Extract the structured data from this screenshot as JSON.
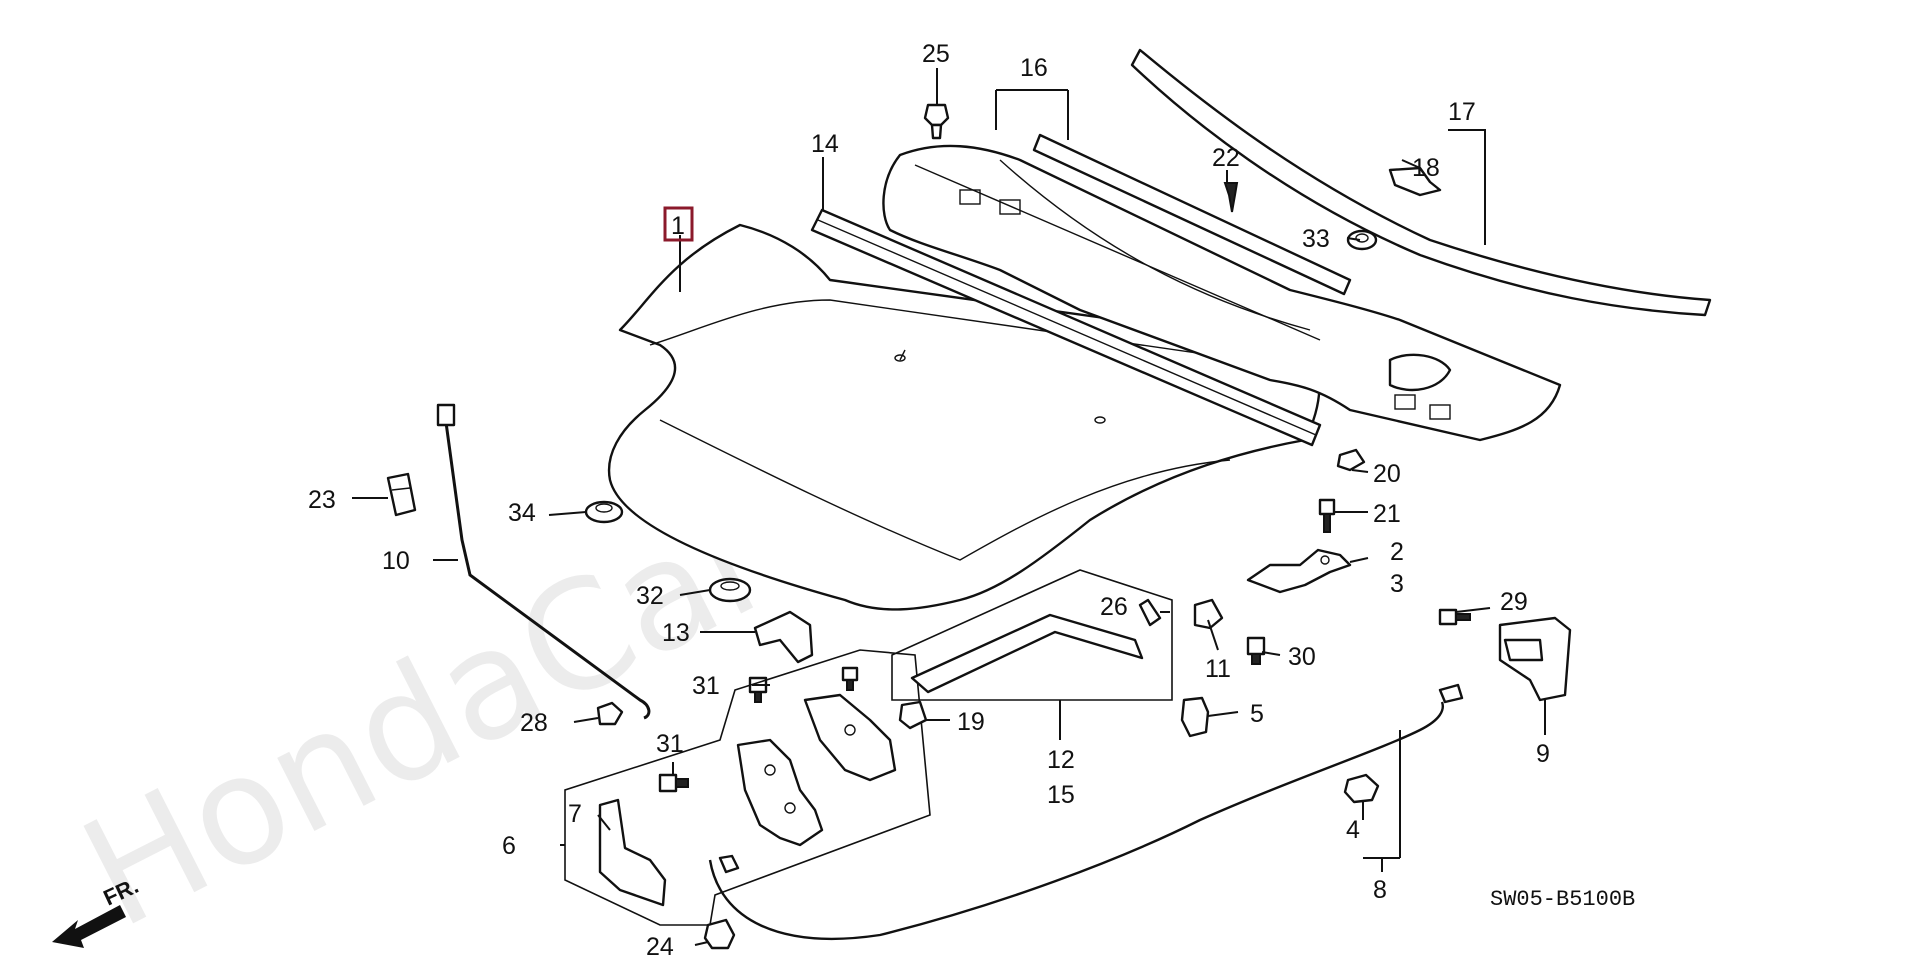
{
  "diagram": {
    "code": "SW05-B5100B",
    "watermark": "HondaCarMine.ru",
    "front_indicator": "FR.",
    "callouts": {
      "c1": "1",
      "c2": "2",
      "c3": "3",
      "c4": "4",
      "c5": "5",
      "c6": "6",
      "c7": "7",
      "c8": "8",
      "c9": "9",
      "c10": "10",
      "c11": "11",
      "c12": "12",
      "c13": "13",
      "c14": "14",
      "c15": "15",
      "c16": "16",
      "c17": "17",
      "c18": "18",
      "c19": "19",
      "c20": "20",
      "c21": "21",
      "c22": "22",
      "c23": "23",
      "c24": "24",
      "c25": "25",
      "c26": "26",
      "c28": "28",
      "c29": "29",
      "c30": "30",
      "c31a": "31",
      "c31b": "31",
      "c32": "32",
      "c33": "33",
      "c34": "34"
    },
    "colors": {
      "highlight": "#8b1a2b",
      "line": "#111111"
    }
  }
}
